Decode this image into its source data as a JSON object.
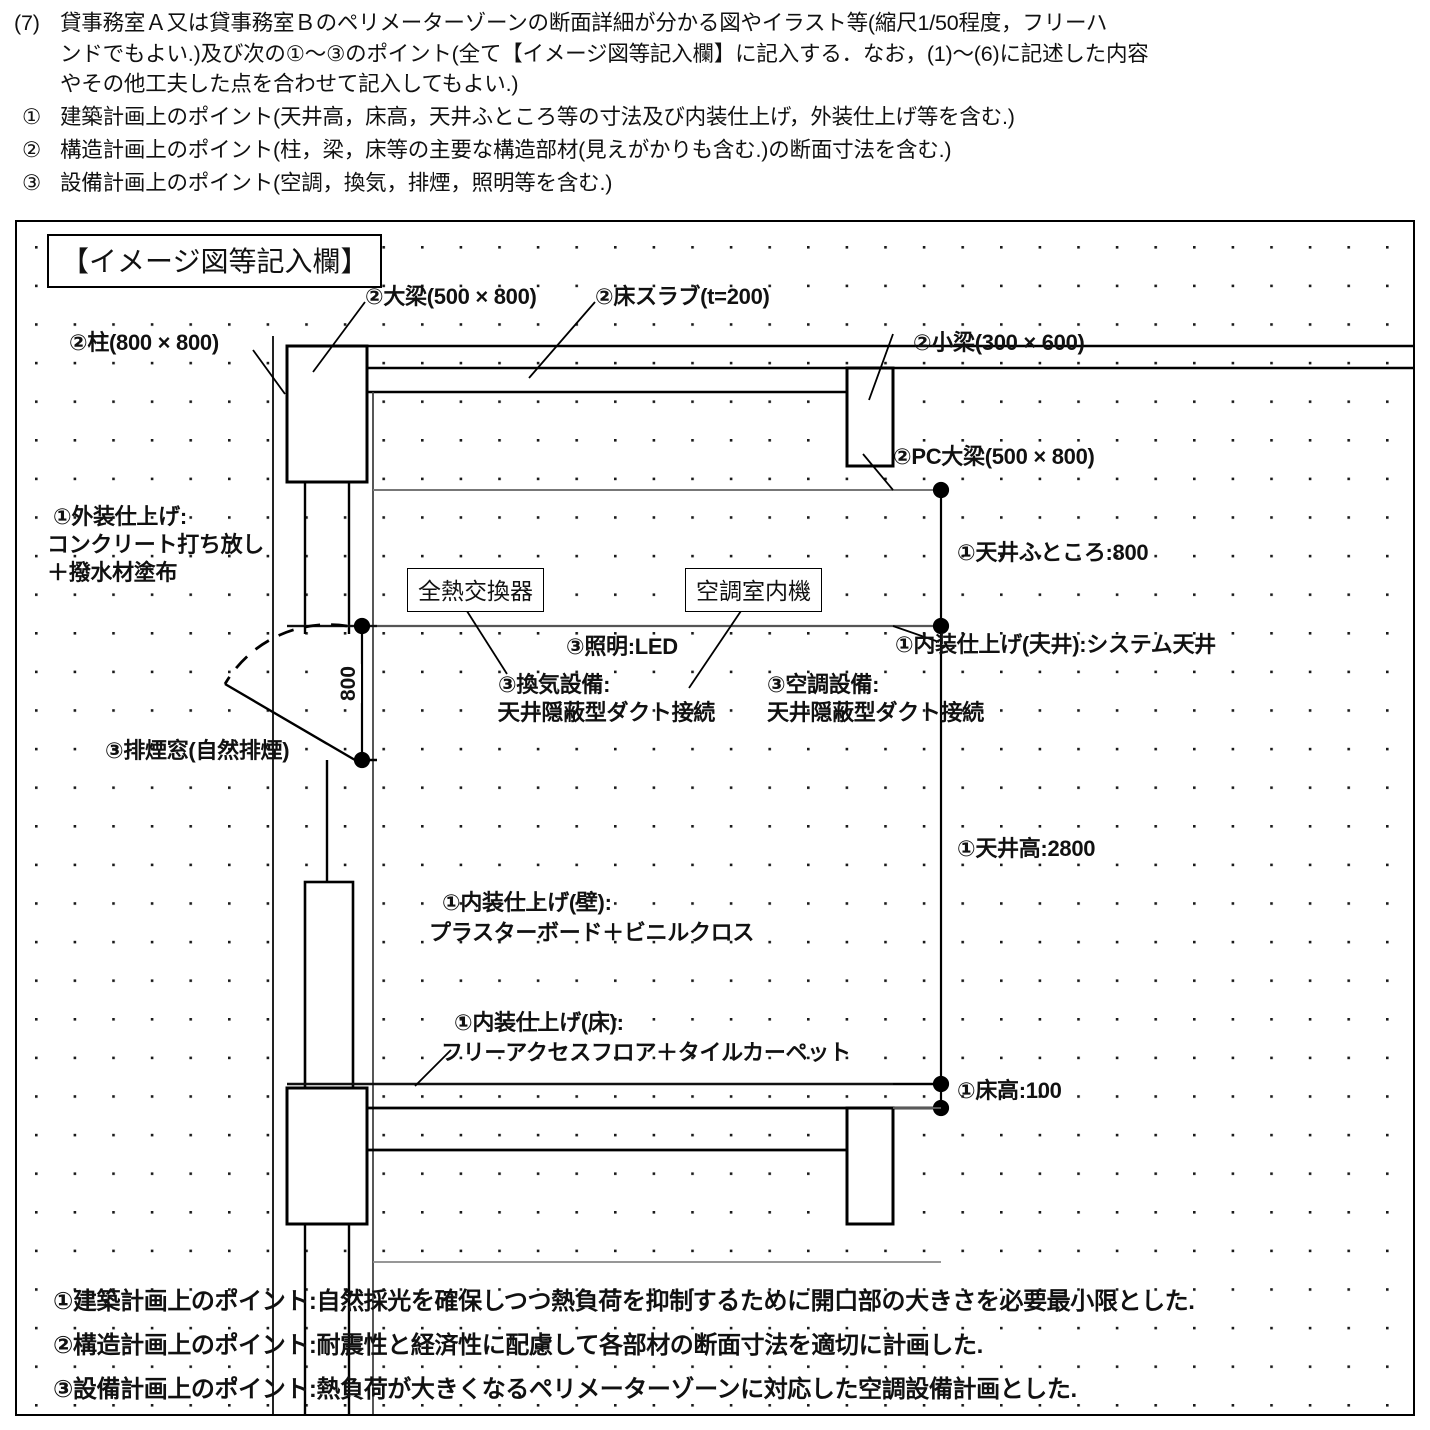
{
  "question": {
    "number": "(7)",
    "body_line1": "貸事務室Ａ又は貸事務室Ｂのペリメーターゾーンの断面詳細が分かる図やイラスト等(縮尺1/50程度，フリーハ",
    "body_line2": "ンドでもよい.)及び次の①～③のポイント(全て【イメージ図等記入欄】に記入する．なお，(1)～(6)に記述した内容",
    "body_line3": "やその他工夫した点を合わせて記入してもよい.)",
    "items": [
      {
        "num": "①",
        "text": "建築計画上のポイント(天井高，床高，天井ふところ等の寸法及び内装仕上げ，外装仕上げ等を含む.)"
      },
      {
        "num": "②",
        "text": "構造計画上のポイント(柱，梁，床等の主要な構造部材(見えがかりも含む.)の断面寸法を含む.)"
      },
      {
        "num": "③",
        "text": "設備計画上のポイント(空調，換気，排煙，照明等を含む.)"
      }
    ]
  },
  "diagram": {
    "title": "【イメージ図等記入欄】",
    "labels": {
      "column": "②柱(800 × 800)",
      "girder": "②大梁(500 × 800)",
      "floor_slab": "②床スラブ(t=200)",
      "small_beam": "②小梁(300 × 600)",
      "pc_girder": "②PC大梁(500 × 800)",
      "exterior_finish_line1": "①外装仕上げ:",
      "exterior_finish_line2": "コンクリート打ち放し",
      "exterior_finish_line3": "＋撥水材塗布",
      "heat_exchanger": "全熱交換器",
      "ac_indoor_unit": "空調室内機",
      "lighting": "③照明:LED",
      "ventilation_line1": "③換気設備:",
      "ventilation_line2": "天井隠蔽型ダクト接続",
      "aircon_line1": "③空調設備:",
      "aircon_line2": "天井隠蔽型ダクト接続",
      "ceiling_finish": "①内装仕上げ(天井):システム天井",
      "ceiling_plenum": "①天井ふところ:800",
      "ceiling_height": "①天井高:2800",
      "floor_height": "①床高:100",
      "smoke_window": "③排煙窓(自然排煙)",
      "dimension_800": "800",
      "wall_finish_line1": "①内装仕上げ(壁):",
      "wall_finish_line2": "プラスターボード＋ビニルクロス",
      "floor_finish_line1": "①内装仕上げ(床):",
      "floor_finish_line2": "フリーアクセスフロア＋タイルカーペット"
    },
    "points": [
      "①建築計画上のポイント:自然採光を確保しつつ熱負荷を抑制するために開口部の大きさを必要最小限とした.",
      "②構造計画上のポイント:耐震性と経済性に配慮して各部材の断面寸法を適切に計画した.",
      "③設備計画上のポイント:熱負荷が大きくなるペリメーターゾーンに対応した空調設備計画とした."
    ]
  },
  "colors": {
    "ink": "#000000",
    "paper": "#ffffff",
    "grid_dot": "#1a1a1a",
    "thin_line": "#555555"
  }
}
